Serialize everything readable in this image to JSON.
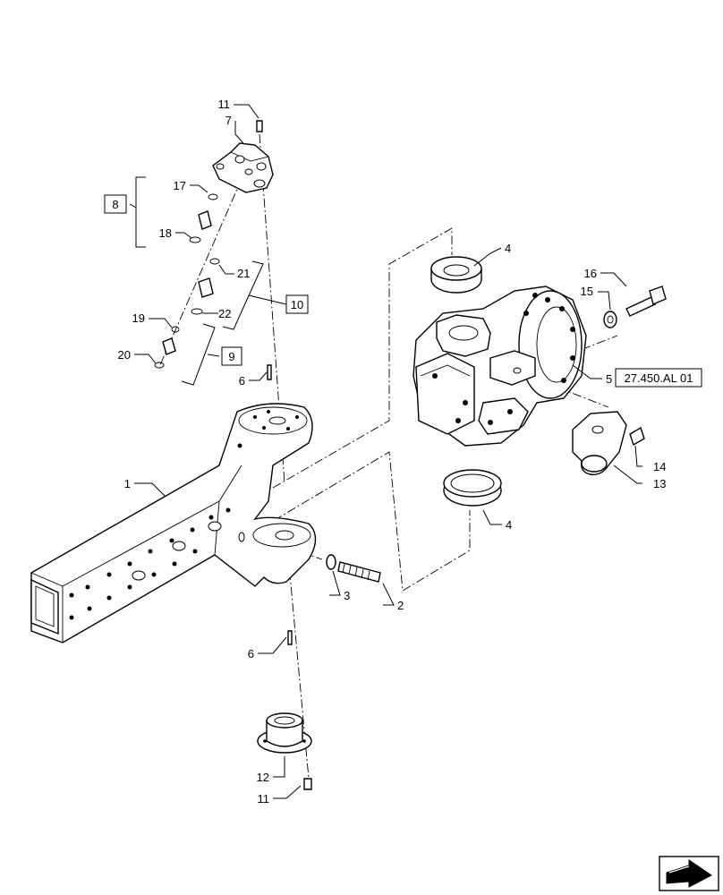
{
  "callouts": {
    "c1": "1",
    "c2": "2",
    "c3": "3",
    "c4a": "4",
    "c4b": "4",
    "c5": "5",
    "c6a": "6",
    "c6b": "6",
    "c7": "7",
    "c11a": "11",
    "c11b": "11",
    "c12": "12",
    "c13": "13",
    "c14": "14",
    "c15": "15",
    "c16": "16",
    "c17": "17",
    "c18": "18",
    "c19": "19",
    "c20": "20",
    "c21": "21",
    "c22": "22"
  },
  "boxed_refs": {
    "ref8": "8",
    "ref9": "9",
    "ref10": "10",
    "cross_ref": "27.450.AL 01"
  },
  "icons": {
    "nav_icon": "next-page-arrow-icon"
  }
}
